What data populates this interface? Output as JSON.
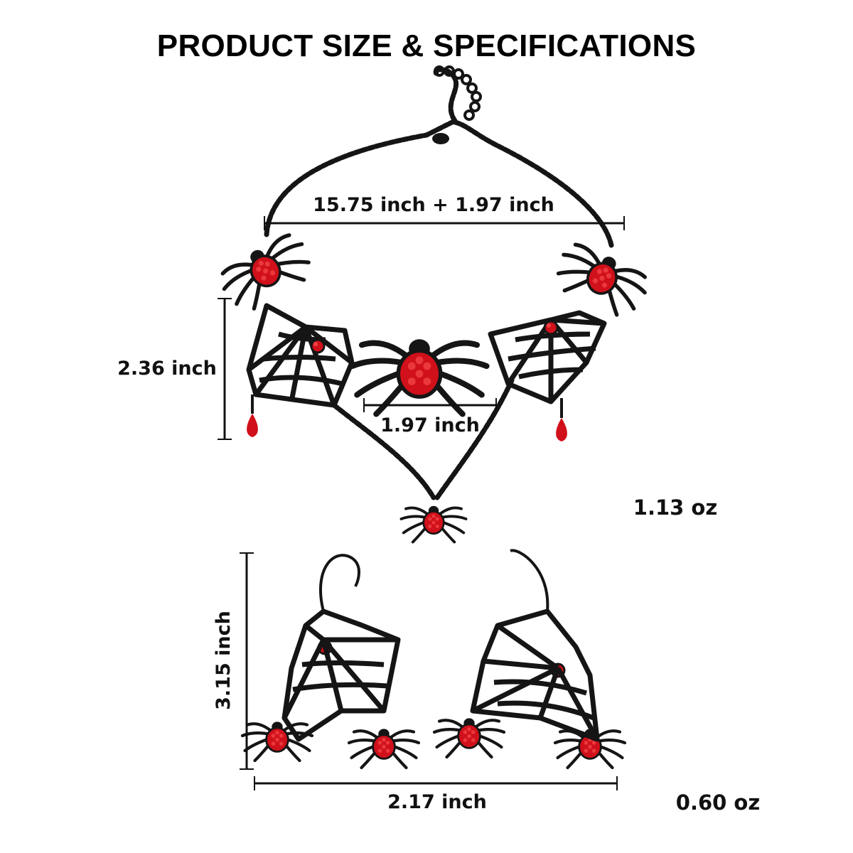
{
  "title": "PRODUCT SIZE & SPECIFICATIONS",
  "necklace": {
    "length_label": "15.75 inch + 1.97 inch",
    "height_label": "2.36 inch",
    "pendant_width_label": "1.97 inch",
    "weight_label": "1.13 oz"
  },
  "earrings": {
    "height_label": "3.15 inch",
    "width_label": "2.17 inch",
    "weight_label": "0.60 oz"
  },
  "colors": {
    "metal": "#151515",
    "gem": "#d0101a",
    "gem_highlight": "#ff5a5a",
    "text": "#111111"
  },
  "icons": [
    "spider-icon",
    "spider-web-icon",
    "teardrop-gem-icon",
    "ear-hook-icon"
  ]
}
